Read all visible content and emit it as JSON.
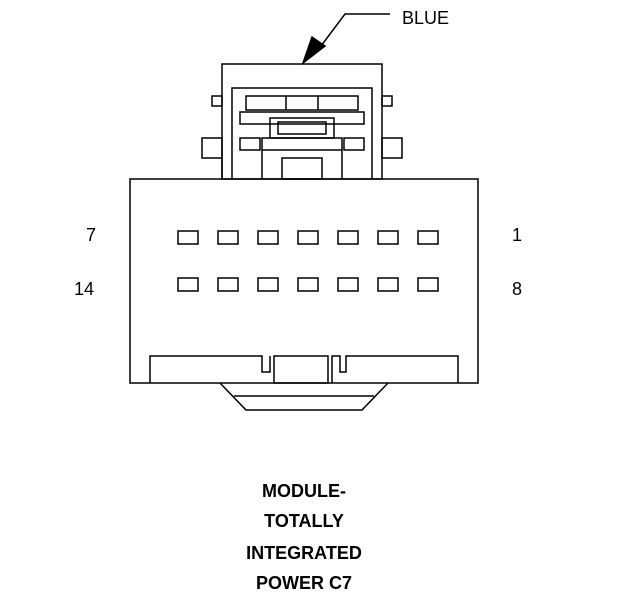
{
  "connector": {
    "housing_color_label": "BLUE",
    "pin_labels": {
      "top_left": "7",
      "top_right": "1",
      "bottom_left": "14",
      "bottom_right": "8"
    },
    "row_pin_count": 7,
    "rows": 2
  },
  "title": {
    "line1": "MODULE-",
    "line2": "TOTALLY",
    "line3": "INTEGRATED",
    "line4": "POWER C7"
  }
}
